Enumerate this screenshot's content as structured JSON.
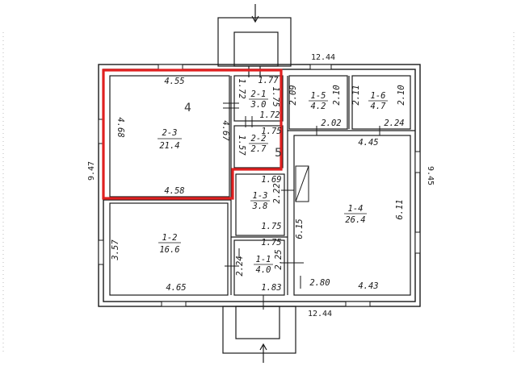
{
  "rooms": [
    {
      "id": "2-3",
      "area": "21.4"
    },
    {
      "id": "2-1",
      "area": "3.0"
    },
    {
      "id": "2-2",
      "area": "2.7"
    },
    {
      "id": "1-5",
      "area": "4.2"
    },
    {
      "id": "1-6",
      "area": "4.7"
    },
    {
      "id": "1-3",
      "area": "3.8"
    },
    {
      "id": "1-4",
      "area": "26.4"
    },
    {
      "id": "1-2",
      "area": "16.6"
    },
    {
      "id": "1-1",
      "area": "4.0"
    }
  ],
  "dimensions": {
    "top_overall": "12.44",
    "bottom_overall": "12.44",
    "left_overall": "9.47",
    "right_overall": "9.45",
    "r23_top": "4.55",
    "r23_bottom": "4.58",
    "r23_left": "4.68",
    "r23_right": "4.67",
    "r21_top": "1.77",
    "r21_left": "1.72",
    "r21_right": "1.75",
    "r21_bottom": "1.72",
    "r22_top": "1.75",
    "r22_left": "1.57",
    "r22_bottom": "1.69",
    "r15_left": "2.09",
    "r15_right": "2.10",
    "r15_bottom": "2.02",
    "r16_left": "2.11",
    "r16_right": "2.10",
    "r16_bottom": "2.24",
    "r14_top": "4.45",
    "r14_right": "6.11",
    "r14_left": "6.15",
    "r14_bottom": "4.43",
    "r14_bottom_left": "2.80",
    "r13_right": "2.22",
    "r13_bottom": "1.75",
    "r11_top": "1.75",
    "r11_left": "2.24",
    "r11_right": "2.25",
    "r11_bottom": "1.83",
    "r12_left": "3.57",
    "r12_bottom": "4.65"
  },
  "handwritten_marks": [
    "4",
    "5"
  ],
  "colors": {
    "ink": "#1a1a1a",
    "highlight": "#e02020",
    "paper": "#ffffff"
  }
}
